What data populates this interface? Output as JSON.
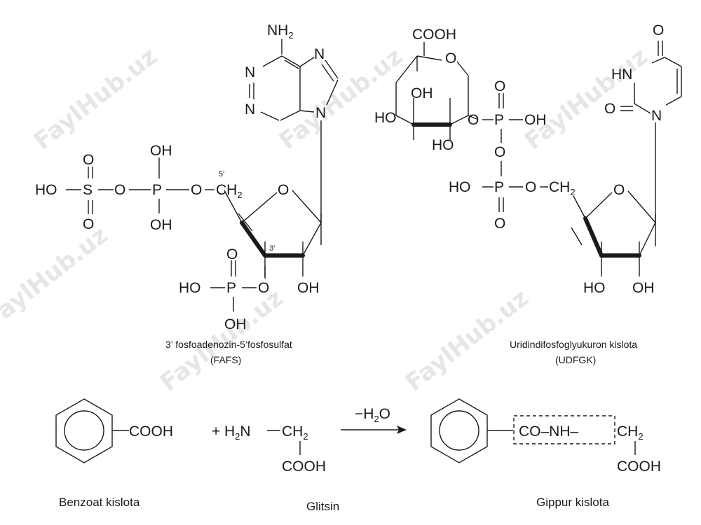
{
  "watermark": "FaylHub.uz",
  "fafs": {
    "caption_line1": "3’ fosfoadenozin-5’fosfosulfat",
    "caption_line2": "(FAFS)",
    "amine": "NH",
    "amine_sub": "2",
    "n_atom": "N",
    "o_atom": "O",
    "oh": "OH",
    "ho": "HO",
    "s_atom": "S",
    "p_atom": "P",
    "ch2": "CH",
    "ch2_sub": "2",
    "label_5": "5′",
    "label_3": "3′"
  },
  "udfgk": {
    "caption_line1": "Uridindifosfoglyukuron kislota",
    "caption_line2": "(UDFGK)",
    "cooh": "COOH",
    "hn": "HN",
    "n_atom": "N",
    "o_atom": "O",
    "oh": "OH",
    "ho": "HO",
    "p_atom": "P",
    "ch2": "CH",
    "ch2_sub": "2"
  },
  "reaction": {
    "benzoic_group": "COOH",
    "plus": "+",
    "glycine_h2n": "H",
    "glycine_h2n_sub": "2",
    "glycine_n": "N",
    "ch2": "CH",
    "ch2_sub": "2",
    "cooh": "COOH",
    "arrow_label_prefix": "−H",
    "arrow_label_sub": "2",
    "arrow_label_suffix": "O",
    "amide_bond": "CO–NH–",
    "benzoate_label": "Benzoat kislota",
    "glycine_label": "Glitsin",
    "hippuric_label": "Gippur kislota"
  }
}
